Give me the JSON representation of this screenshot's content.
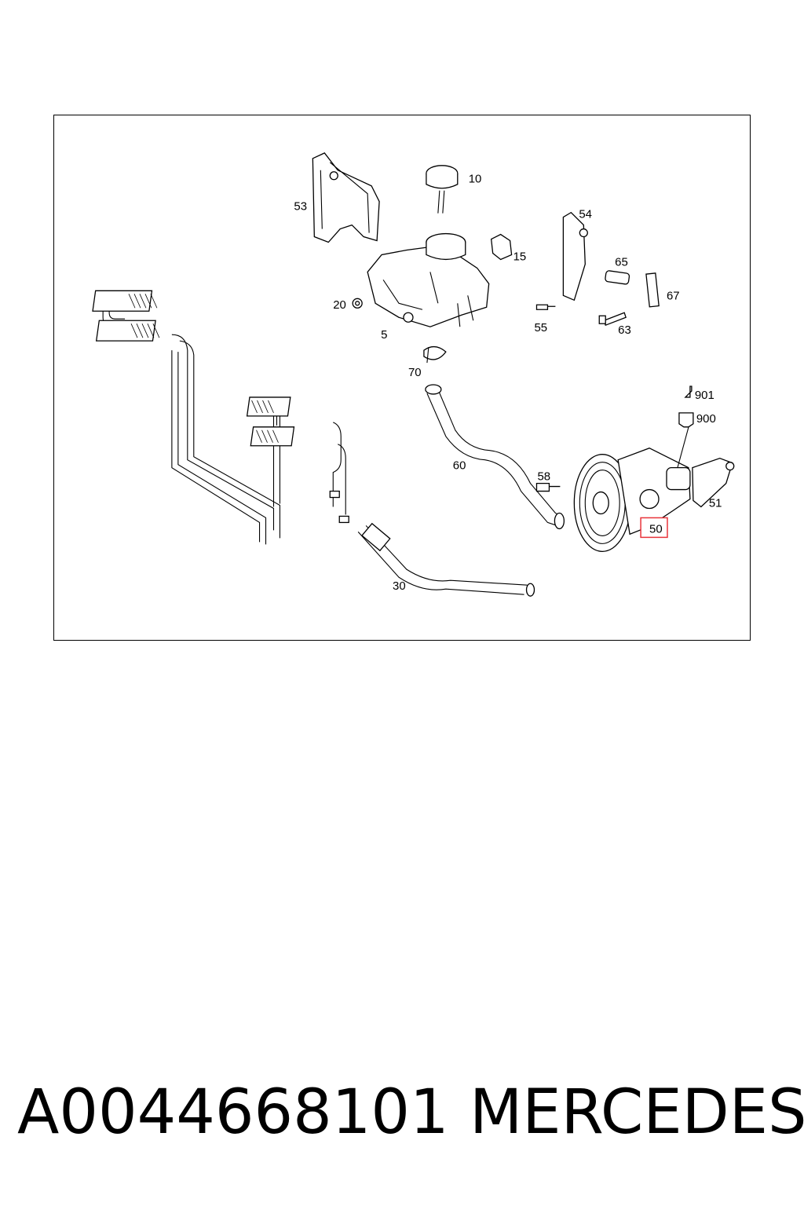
{
  "diagram": {
    "labels": {
      "p10": "10",
      "p53": "53",
      "p54": "54",
      "p15": "15",
      "p65": "65",
      "p67": "67",
      "p20": "20",
      "p55": "55",
      "p63": "63",
      "p5": "5",
      "p70": "70",
      "p901": "901",
      "p900": "900",
      "p60": "60",
      "p58": "58",
      "p51": "51",
      "p50": "50",
      "p30": "30"
    },
    "highlight_color": "#e8333a"
  },
  "footer": {
    "part_number": "A0044668101",
    "brand": "MERCEDES"
  }
}
